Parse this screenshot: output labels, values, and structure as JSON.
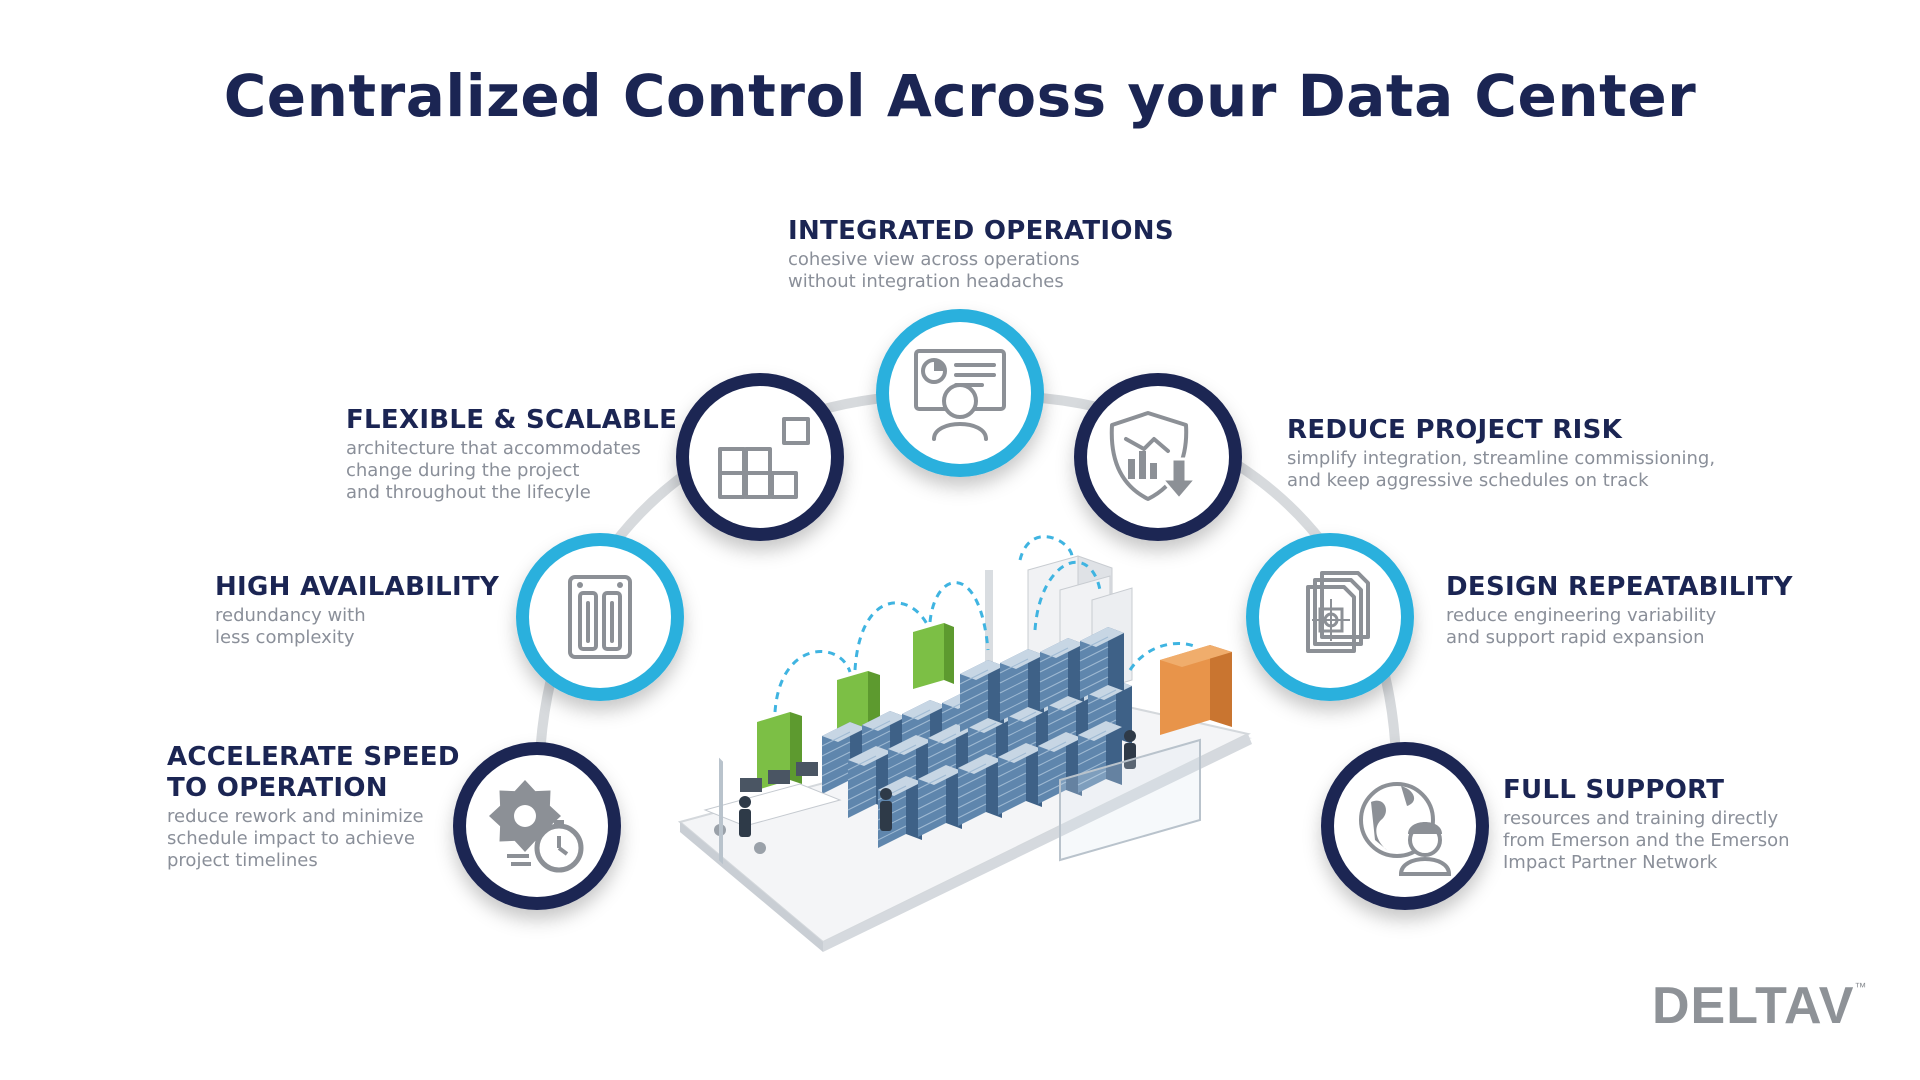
{
  "title": "Centralized Control Across your Data Center",
  "colors": {
    "navy": "#1b2553",
    "cyan": "#2bb0dd",
    "gray_text": "#8a8f99",
    "icon_gray": "#8c9096",
    "arc_gray": "#d7dadd"
  },
  "features": [
    {
      "id": "accelerate",
      "icon": "gear-stopwatch-icon",
      "ring": "navy",
      "title_lines": [
        "ACCELERATE SPEED",
        "TO OPERATION"
      ],
      "desc_lines": [
        "reduce rework and minimize",
        "schedule impact to achieve",
        "project timelines"
      ]
    },
    {
      "id": "availability",
      "icon": "redundant-controllers-icon",
      "ring": "cyan",
      "title_lines": [
        "HIGH AVAILABILITY"
      ],
      "desc_lines": [
        "redundancy with",
        "less complexity"
      ]
    },
    {
      "id": "flexible",
      "icon": "modular-blocks-icon",
      "ring": "navy",
      "title_lines": [
        "FLEXIBLE & SCALABLE"
      ],
      "desc_lines": [
        "architecture that accommodates",
        "change during the project",
        "and throughout the lifecyle"
      ]
    },
    {
      "id": "integrated",
      "icon": "operator-dashboard-icon",
      "ring": "cyan",
      "title_lines": [
        "INTEGRATED OPERATIONS"
      ],
      "desc_lines": [
        "cohesive view across operations",
        "without integration headaches"
      ]
    },
    {
      "id": "risk",
      "icon": "shield-chart-down-icon",
      "ring": "navy",
      "title_lines": [
        "REDUCE PROJECT RISK"
      ],
      "desc_lines": [
        "simplify integration, streamline commissioning,",
        "and keep aggressive schedules on track"
      ]
    },
    {
      "id": "repeatability",
      "icon": "stacked-documents-icon",
      "ring": "cyan",
      "title_lines": [
        "DESIGN REPEATABILITY"
      ],
      "desc_lines": [
        "reduce engineering variability",
        "and support rapid expansion"
      ]
    },
    {
      "id": "support",
      "icon": "globe-technician-icon",
      "ring": "navy",
      "title_lines": [
        "FULL SUPPORT"
      ],
      "desc_lines": [
        "resources and training directly",
        "from Emerson and the Emerson",
        "Impact Partner Network"
      ]
    }
  ],
  "illustration": "data-center-illustration",
  "brand": {
    "name": "DELTAV",
    "trademark": "™"
  }
}
